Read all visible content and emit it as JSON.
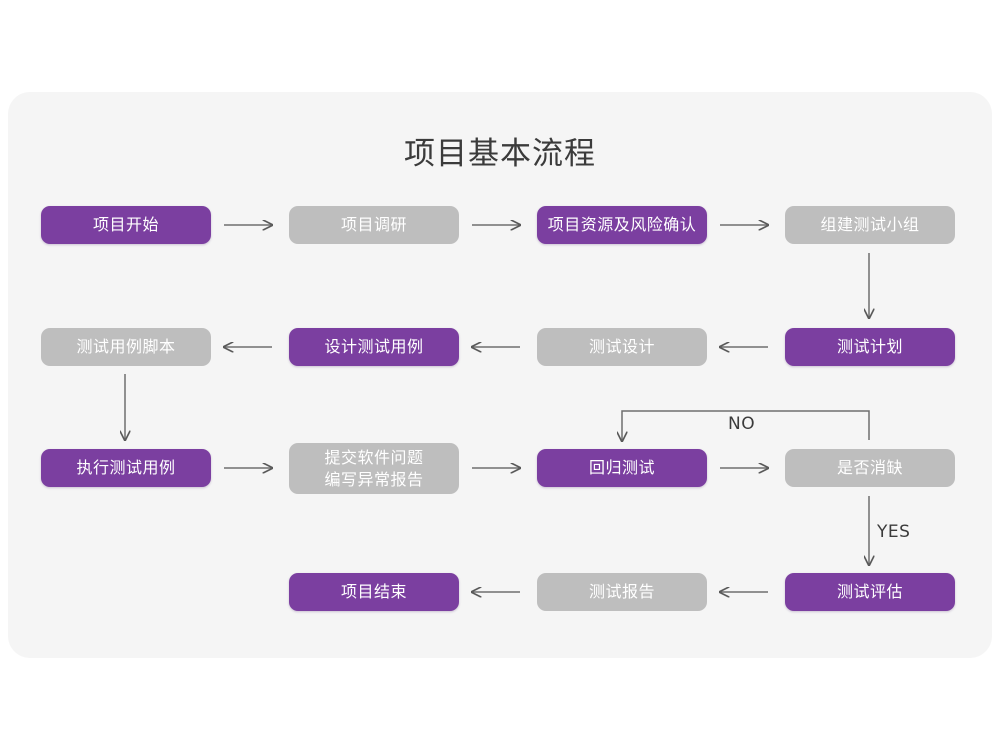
{
  "page": {
    "background_color": "#ffffff",
    "card_color": "#f5f5f5"
  },
  "diagram": {
    "title": "项目基本流程",
    "colors": {
      "active": "#7b3fa0",
      "inactive": "#bebebe",
      "connector": "#6e6e6e",
      "text_on_node": "#ffffff",
      "title_text": "#3b3b3b"
    },
    "nodes": [
      {
        "id": "n1",
        "label": "项目开始",
        "state": "active",
        "row": 1,
        "col": 1
      },
      {
        "id": "n2",
        "label": "项目调研",
        "state": "inactive",
        "row": 1,
        "col": 2
      },
      {
        "id": "n3",
        "label": "项目资源及风险确认",
        "state": "active",
        "row": 1,
        "col": 3
      },
      {
        "id": "n4",
        "label": "组建测试小组",
        "state": "inactive",
        "row": 1,
        "col": 4
      },
      {
        "id": "n5",
        "label": "测试用例脚本",
        "state": "inactive",
        "row": 2,
        "col": 1
      },
      {
        "id": "n6",
        "label": "设计测试用例",
        "state": "active",
        "row": 2,
        "col": 2
      },
      {
        "id": "n7",
        "label": "测试设计",
        "state": "inactive",
        "row": 2,
        "col": 3
      },
      {
        "id": "n8",
        "label": "测试计划",
        "state": "active",
        "row": 2,
        "col": 4
      },
      {
        "id": "n9",
        "label": "执行测试用例",
        "state": "active",
        "row": 3,
        "col": 1
      },
      {
        "id": "n10",
        "label": "提交软件问题\n编写异常报告",
        "state": "inactive",
        "row": 3,
        "col": 2
      },
      {
        "id": "n11",
        "label": "回归测试",
        "state": "active",
        "row": 3,
        "col": 3
      },
      {
        "id": "n12",
        "label": "是否消缺",
        "state": "inactive",
        "row": 3,
        "col": 4
      },
      {
        "id": "n13",
        "label": "项目结束",
        "state": "active",
        "row": 4,
        "col": 2
      },
      {
        "id": "n14",
        "label": "测试报告",
        "state": "inactive",
        "row": 4,
        "col": 3
      },
      {
        "id": "n15",
        "label": "测试评估",
        "state": "active",
        "row": 4,
        "col": 4
      }
    ],
    "edges": [
      {
        "from": "n1",
        "to": "n2",
        "direction": "right",
        "label": ""
      },
      {
        "from": "n2",
        "to": "n3",
        "direction": "right",
        "label": ""
      },
      {
        "from": "n3",
        "to": "n4",
        "direction": "right",
        "label": ""
      },
      {
        "from": "n4",
        "to": "n8",
        "direction": "down",
        "label": ""
      },
      {
        "from": "n8",
        "to": "n7",
        "direction": "left",
        "label": ""
      },
      {
        "from": "n7",
        "to": "n6",
        "direction": "left",
        "label": ""
      },
      {
        "from": "n6",
        "to": "n5",
        "direction": "left",
        "label": ""
      },
      {
        "from": "n5",
        "to": "n9",
        "direction": "down",
        "label": ""
      },
      {
        "from": "n9",
        "to": "n10",
        "direction": "right",
        "label": ""
      },
      {
        "from": "n10",
        "to": "n11",
        "direction": "right",
        "label": ""
      },
      {
        "from": "n11",
        "to": "n12",
        "direction": "right",
        "label": ""
      },
      {
        "from": "n12",
        "to": "n11",
        "direction": "loop-up-left",
        "label": "NO"
      },
      {
        "from": "n12",
        "to": "n15",
        "direction": "down",
        "label": "YES"
      },
      {
        "from": "n15",
        "to": "n14",
        "direction": "left",
        "label": ""
      },
      {
        "from": "n14",
        "to": "n13",
        "direction": "left",
        "label": ""
      }
    ],
    "edge_labels": {
      "no": "NO",
      "yes": "YES"
    }
  }
}
